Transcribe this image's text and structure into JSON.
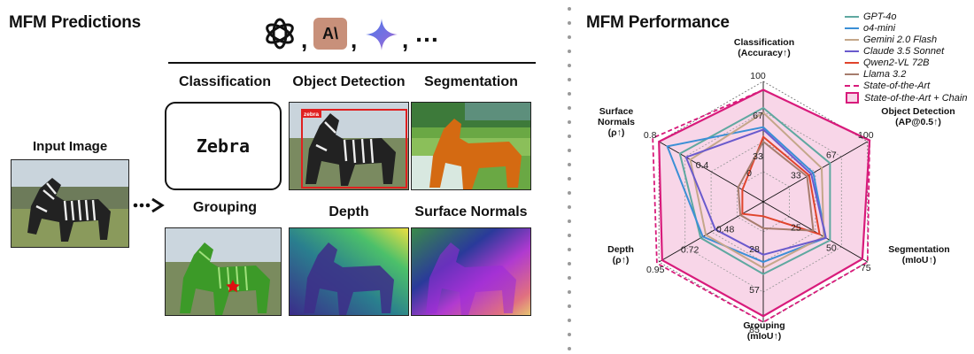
{
  "left": {
    "title": "MFM Predictions",
    "input_label": "Input Image",
    "separators": [
      ",",
      ",",
      ","
    ],
    "ellipsis": "…",
    "logos": [
      "openai-logo",
      "anthropic-logo",
      "gemini-logo"
    ],
    "anthropic_glyph": "A\\",
    "columns_top": [
      "Classification",
      "Object Detection",
      "Segmentation"
    ],
    "columns_bottom": [
      "Grouping",
      "Depth",
      "Surface Normals"
    ],
    "classification_output": "Zebra",
    "detection_box_label": "zebra"
  },
  "right": {
    "title": "MFM Performance",
    "legend": [
      {
        "label": "GPT-4o",
        "color": "#5fa8a0",
        "style": "solid"
      },
      {
        "label": "o4-mini",
        "color": "#3b8fd6",
        "style": "solid"
      },
      {
        "label": "Gemini 2.0 Flash",
        "color": "#c4a78a",
        "style": "solid"
      },
      {
        "label": "Claude 3.5 Sonnet",
        "color": "#6a5acd",
        "style": "solid"
      },
      {
        "label": "Qwen2-VL 72B",
        "color": "#e0442c",
        "style": "solid"
      },
      {
        "label": "Llama 3.2",
        "color": "#a67c6d",
        "style": "solid"
      },
      {
        "label": "State-of-the-Art",
        "color": "#d81b7b",
        "style": "dashed"
      },
      {
        "label": "State-of-the-Art + Chain",
        "color": "#d81b7b",
        "style": "box"
      }
    ],
    "axes": [
      {
        "name": "Classification",
        "metric": "(Accuracy↑)",
        "ticks": [
          "100",
          "67",
          "33",
          "0"
        ]
      },
      {
        "name": "Object Detection",
        "metric": "(AP@0.5↑)",
        "ticks": [
          "100",
          "67",
          "33"
        ]
      },
      {
        "name": "Segmentation",
        "metric": "(mIoU↑)",
        "ticks": [
          "75",
          "50",
          "25"
        ]
      },
      {
        "name": "Grouping",
        "metric": "(mIoU↑)",
        "ticks": [
          "85",
          "57",
          "28"
        ]
      },
      {
        "name": "Depth",
        "metric": "(ρ↑)",
        "ticks": [
          "0.95",
          "0.72",
          "0.48"
        ]
      },
      {
        "name": "Surface Normals",
        "metric": "(ρ↑)",
        "ticks": [
          "0.8",
          "0.4"
        ]
      }
    ]
  },
  "chart_data": {
    "type": "radar",
    "axes": [
      "Classification",
      "Object Detection",
      "Segmentation",
      "Grouping",
      "Depth",
      "Surface Normals"
    ],
    "series": [
      {
        "name": "GPT-4o",
        "values": [
          0.78,
          0.64,
          0.64,
          0.6,
          0.6,
          0.8
        ]
      },
      {
        "name": "o4-mini",
        "values": [
          0.62,
          0.48,
          0.6,
          0.5,
          0.58,
          0.92
        ]
      },
      {
        "name": "Gemini 2.0 Flash",
        "values": [
          0.74,
          0.56,
          0.58,
          0.55,
          0.55,
          0.7
        ]
      },
      {
        "name": "Claude 3.5 Sonnet",
        "values": [
          0.6,
          0.46,
          0.6,
          0.44,
          0.46,
          0.74
        ]
      },
      {
        "name": "Qwen2-VL 72B",
        "values": [
          0.54,
          0.44,
          0.54,
          0.12,
          0.2,
          0.2
        ]
      },
      {
        "name": "Llama 3.2",
        "values": [
          0.5,
          0.42,
          0.48,
          0.22,
          0.22,
          0.24
        ]
      },
      {
        "name": "State-of-the-Art",
        "values": [
          0.93,
          1.02,
          1.0,
          1.0,
          1.02,
          1.06
        ]
      },
      {
        "name": "State-of-the-Art + Chain",
        "values": [
          0.93,
          1.02,
          0.95,
          0.95,
          0.97,
          1.0
        ]
      }
    ]
  }
}
